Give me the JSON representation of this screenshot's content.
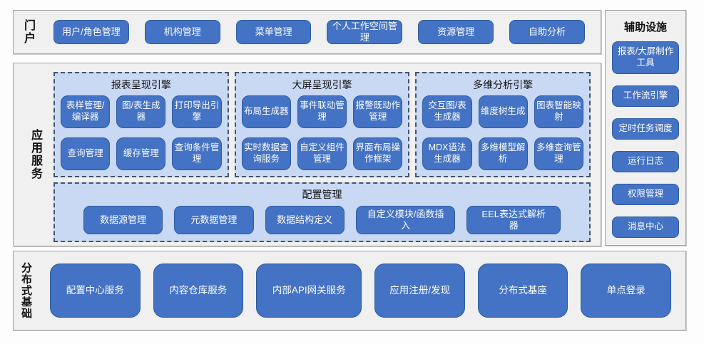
{
  "colors": {
    "button_blue": "#4472c4",
    "button_border": "#2e5b9f",
    "panel_blue": "#c9d8f3",
    "panel_dash_border": "#44546a",
    "section_gray": "#f0f0f0",
    "button_text": "#ffffff"
  },
  "portal": {
    "label": "门户",
    "buttons": [
      "用户/角色管理",
      "机构管理",
      "菜单管理",
      "个人工作空间管理",
      "资源管理",
      "自助分析"
    ]
  },
  "app_services": {
    "label": "应用服务",
    "panels": [
      {
        "title": "报表呈现引擎",
        "buttons": [
          "表样管理/编译器",
          "图/表生成器",
          "打印导出引擎",
          "查询管理",
          "缓存管理",
          "查询条件管理"
        ]
      },
      {
        "title": "大屏呈现引擎",
        "buttons": [
          "布局生成器",
          "事件联动管理",
          "报警既动作管理",
          "实时数据查询服务",
          "自定义组件管理",
          "界面布局操作框架"
        ]
      },
      {
        "title": "多维分析引擎",
        "buttons": [
          "交互图/表生成器",
          "维度树生成",
          "图表智能映射",
          "MDX语法生成器",
          "多维模型解析",
          "多维查询管理"
        ]
      }
    ],
    "config": {
      "title": "配置管理",
      "buttons": [
        "数据源管理",
        "元数据管理",
        "数据结构定义",
        "自定义模块/函数插入",
        "EEL表达式解析器"
      ]
    }
  },
  "aux": {
    "title": "辅助设施",
    "buttons": [
      "报表/大屏制作工具",
      "工作流引擎",
      "定时任务调度",
      "运行日志",
      "权限管理",
      "消息中心"
    ]
  },
  "distributed": {
    "label": "分布式基础",
    "buttons": [
      "配置中心服务",
      "内容仓库服务",
      "内部API网关服务",
      "应用注册/发现",
      "分布式基座",
      "单点登录"
    ]
  }
}
